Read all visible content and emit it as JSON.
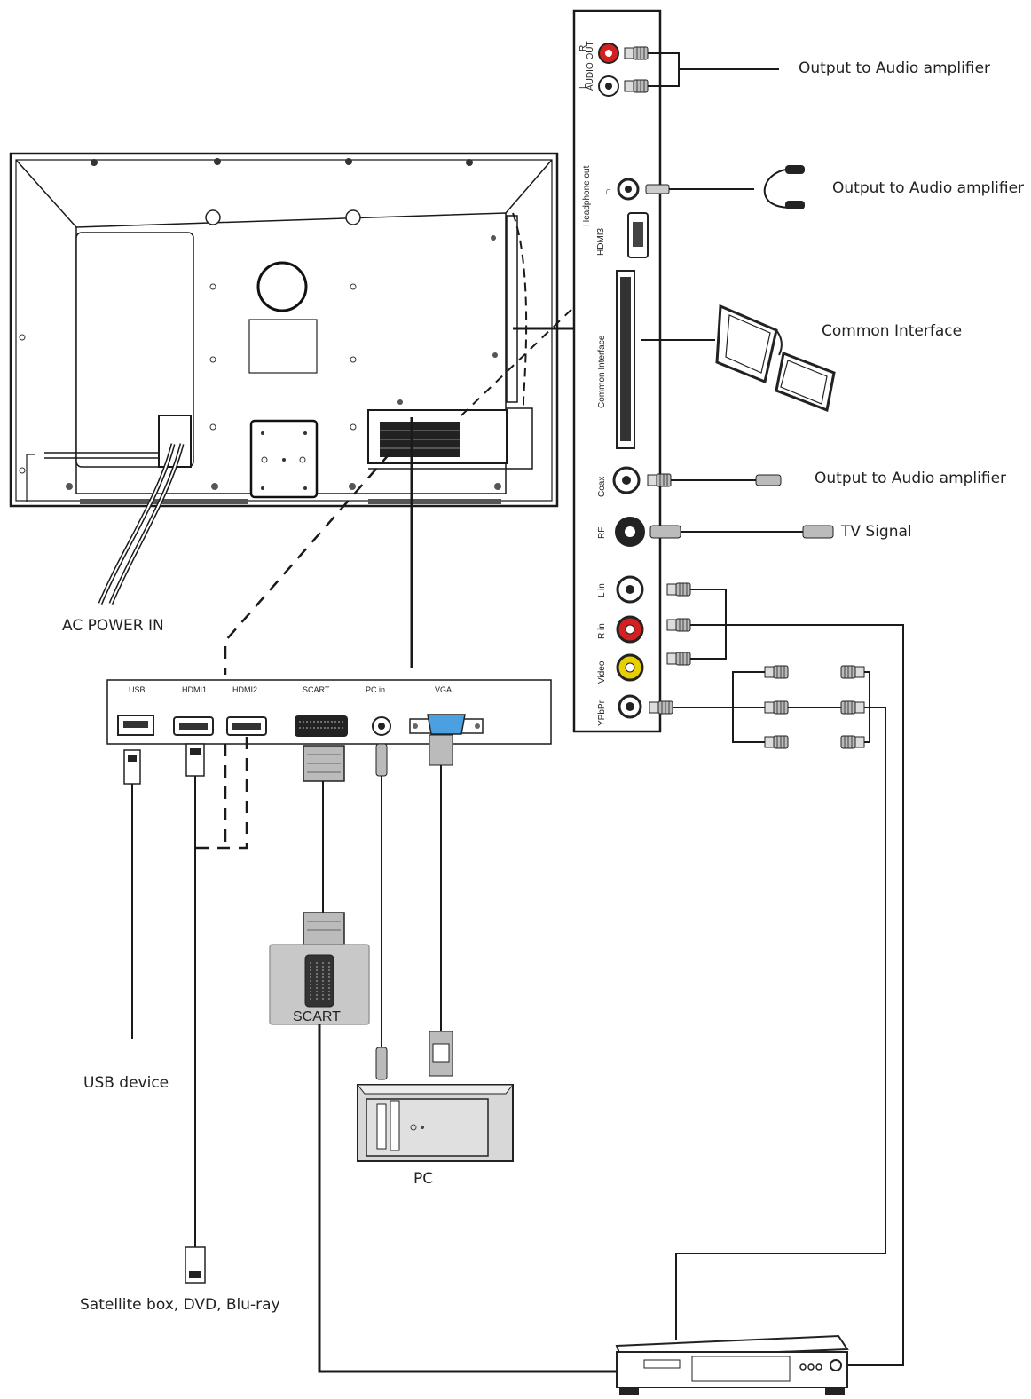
{
  "labels": {
    "audio_out_amp": "Output to Audio amplifier",
    "headphone_amp": "Output to Audio amplifier",
    "common_interface": "Common Interface",
    "coax_amp": "Output to Audio amplifier",
    "tv_signal": "TV Signal",
    "ac_power": "AC POWER IN",
    "usb_device": "USB device",
    "sat_box": "Satellite box, DVD, Blu-ray",
    "pc": "PC",
    "scart_device": "SCART"
  },
  "side_panel": {
    "audio_out": "AUDIO OUT",
    "audio_r": "R",
    "audio_l": "L",
    "headphone_out": "Headphone out",
    "hdmi3": "HDMI3",
    "common_interface": "Common Interface",
    "coax": "Coax",
    "rf": "RF",
    "l_in": "L in",
    "r_in": "R in",
    "video": "Video",
    "ypbpr": "YPbPr"
  },
  "bottom_panel": {
    "usb": "USB",
    "hdmi1": "HDMI1",
    "hdmi2": "HDMI2",
    "scart": "SCART",
    "pc_in": "PC in",
    "vga": "VGA"
  },
  "colors": {
    "outline": "#1a1a1a",
    "port_red": "#d42020",
    "port_yellow": "#e8d000",
    "port_white": "#ffffff",
    "vga_blue": "#4aa0e0",
    "device_gray": "#c8c8c8"
  }
}
